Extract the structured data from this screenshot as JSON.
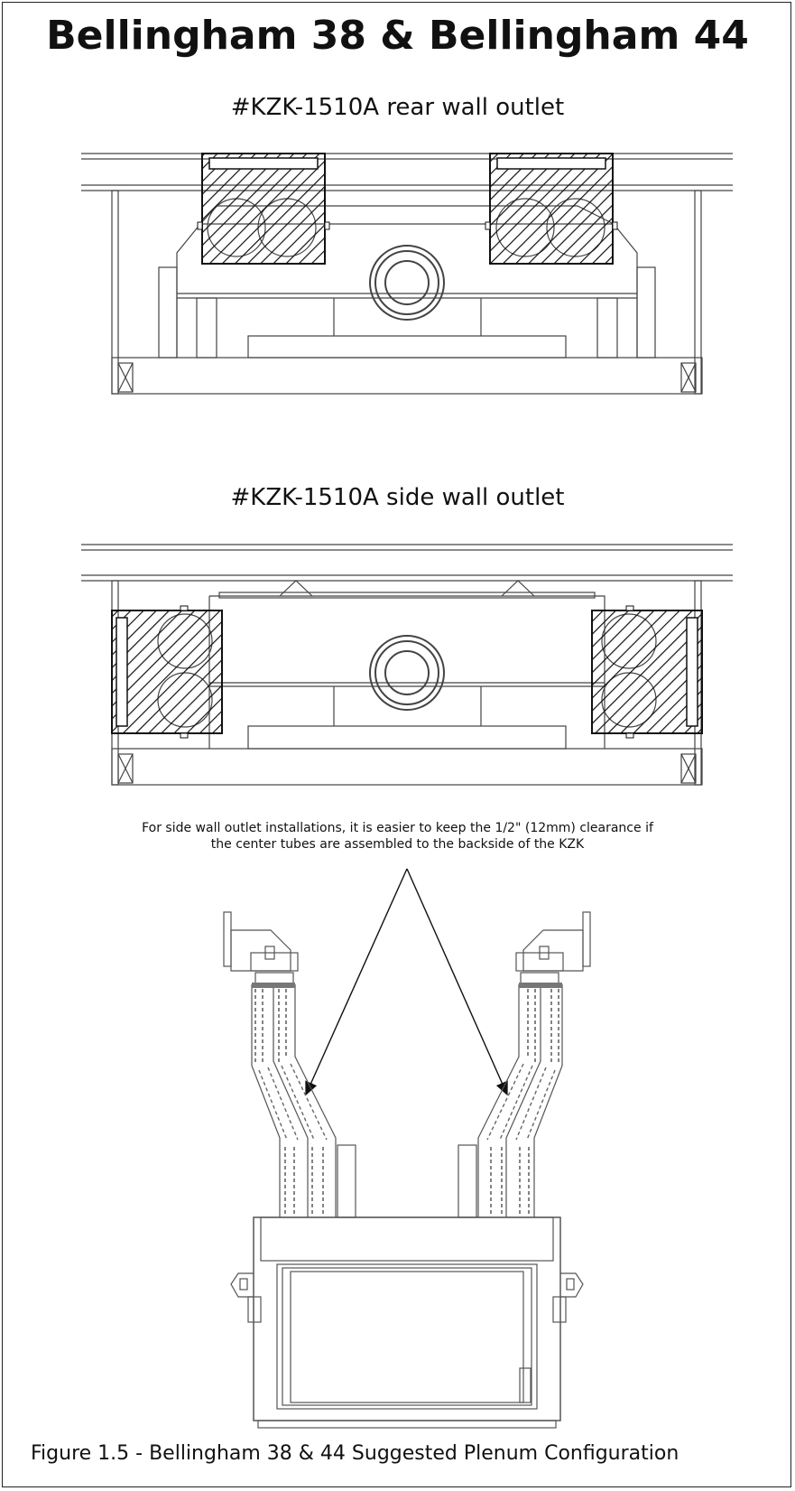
{
  "document": {
    "title": "Bellingham 38 & Bellingham 44",
    "section_rear": {
      "heading": "#KZK-1510A rear wall outlet"
    },
    "section_side": {
      "heading": "#KZK-1510A side wall outlet"
    },
    "note": {
      "line1": "For side wall outlet installations, it is easier to keep the 1/2\" (12mm) clearance if",
      "line2": "the center tubes are assembled to the backside of the KZK"
    },
    "caption": "Figure 1.5 - Bellingham 38 & 44 Suggested Plenum Configuration"
  }
}
